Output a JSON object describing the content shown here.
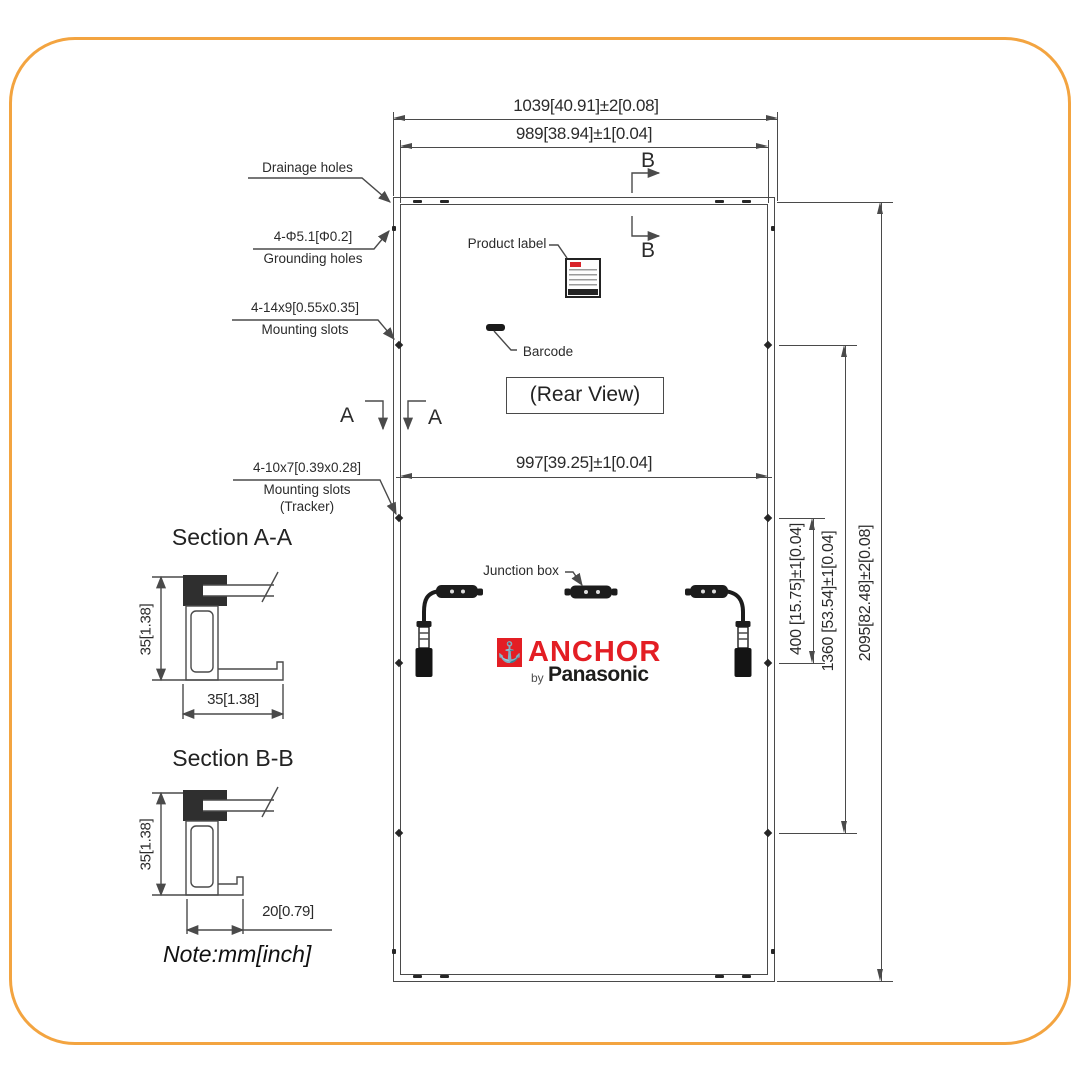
{
  "page": {
    "border_color": "#F3A440"
  },
  "drawing": {
    "view_label": "(Rear View)",
    "note": "Note:mm[inch]",
    "section_markers": {
      "a": "A",
      "b": "B"
    },
    "dimensions": {
      "width_outer": "1039[40.91]±2[0.08]",
      "width_inner": "989[38.94]±1[0.04]",
      "width_mid": "997[39.25]±1[0.04]",
      "height_tracker_slots": "400 [15.75]±1[0.04]",
      "height_mounting_slots": "1360 [53.54]±1[0.04]",
      "height_outer": "2095[82.48]±2[0.08]"
    },
    "callouts": {
      "drainage": "Drainage holes",
      "grounding_spec": "4-Φ5.1[Φ0.2]",
      "grounding": "Grounding holes",
      "mounting_spec": "4-14x9[0.55x0.35]",
      "mounting": "Mounting slots",
      "tracker_spec": "4-10x7[0.39x0.28]",
      "tracker_mounting": "Mounting slots",
      "tracker_qualifier": "(Tracker)",
      "product_label": "Product label",
      "barcode": "Barcode",
      "junction_box": "Junction box"
    },
    "sections": {
      "a_title": "Section A-A",
      "a_height": "35[1.38]",
      "a_width": "35[1.38]",
      "b_title": "Section B-B",
      "b_height": "35[1.38]",
      "b_width": "20[0.79]"
    },
    "logo": {
      "anchor_icon": "⚓",
      "brand": "ANCHOR",
      "by": "by",
      "maker": "Panasonic",
      "brand_color": "#E31E24",
      "maker_color": "#1d1d1b"
    }
  }
}
